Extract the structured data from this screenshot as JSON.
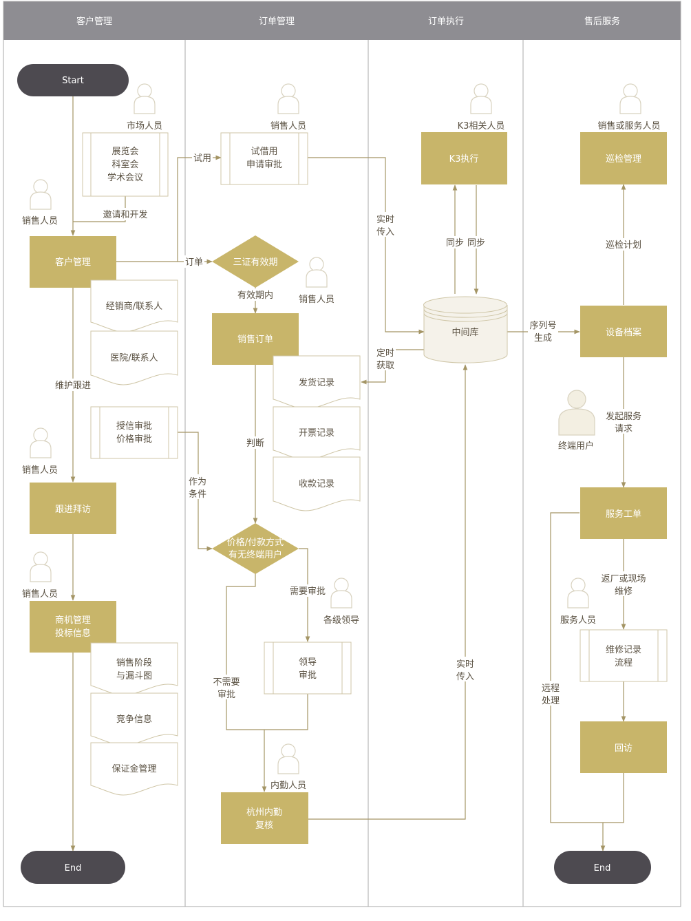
{
  "lanes": {
    "customer": "客户管理",
    "order": "订单管理",
    "execution": "订单执行",
    "aftersales": "售后服务"
  },
  "terminals": {
    "start": "Start",
    "end_left": "End",
    "end_right": "End"
  },
  "roles": {
    "market": "市场人员",
    "sales1": "销售人员",
    "sales2": "销售人员",
    "sales3": "销售人员",
    "sales_order_top": "销售人员",
    "sales_order_mid": "销售人员",
    "leaders": "各级领导",
    "office": "内勤人员",
    "k3": "K3相关人员",
    "sales_or_service": "销售或服务人员",
    "end_user": "终端用户",
    "service": "服务人员"
  },
  "processes": {
    "exhibition": [
      "展览会",
      "科室会",
      "学术会议"
    ],
    "customer_mgmt": "客户管理",
    "follow_visit": "跟进拜访",
    "opportunity": [
      "商机管理",
      "投标信息"
    ],
    "credit_approval": [
      "授信审批",
      "价格审批"
    ],
    "trial": [
      "试借用",
      "申请审批"
    ],
    "sales_order": "销售订单",
    "leader_approval": [
      "领导",
      "审批"
    ],
    "hz_review": [
      "杭州内勤",
      "复核"
    ],
    "k3_exec": "K3执行",
    "middle_db": "中间库",
    "inspection": "巡检管理",
    "device_file": "设备档案",
    "service_order": "服务工单",
    "repair_record": [
      "维修记录",
      "流程"
    ],
    "revisit": "回访"
  },
  "decisions": {
    "three_certs": "三证有效期",
    "price_payment": [
      "价格/付款方式",
      "有无终端用户"
    ]
  },
  "documents": {
    "dealer_contact": "经销商/联系人",
    "hospital_contact": "医院/联系人",
    "sales_stage": [
      "销售阶段",
      "与漏斗图"
    ],
    "competition": "竞争信息",
    "deposit": "保证金管理",
    "shipping": "发货记录",
    "invoice": "开票记录",
    "payment": "收款记录"
  },
  "edge_labels": {
    "invite": "邀请和开发",
    "trial": "试用",
    "order": "订单",
    "valid": "有效期内",
    "maintain": "维护跟进",
    "as_condition": [
      "作为",
      "条件"
    ],
    "judge": "判断",
    "need_approval": "需要审批",
    "no_approval": [
      "不需要",
      "审批"
    ],
    "realtime_in1": [
      "实时",
      "传入"
    ],
    "scheduled_fetch": [
      "定时",
      "获取"
    ],
    "sync1": "同步",
    "sync2": "同步",
    "realtime_in2": [
      "实时",
      "传入"
    ],
    "serial_gen": [
      "序列号",
      "生成"
    ],
    "inspection_plan": "巡检计划",
    "service_request": [
      "发起服务",
      "请求"
    ],
    "return_or_onsite": [
      "返厂或现场",
      "维修"
    ],
    "remote": [
      "远程",
      "处理"
    ]
  },
  "colors": {
    "header": "#8e8d92",
    "process": "#c8b56a",
    "terminal": "#4d4a50",
    "line": "#a49565",
    "person": "#d8d2bf",
    "doc_border": "#cfc6a7",
    "lane_border": "#a9a9a9"
  }
}
